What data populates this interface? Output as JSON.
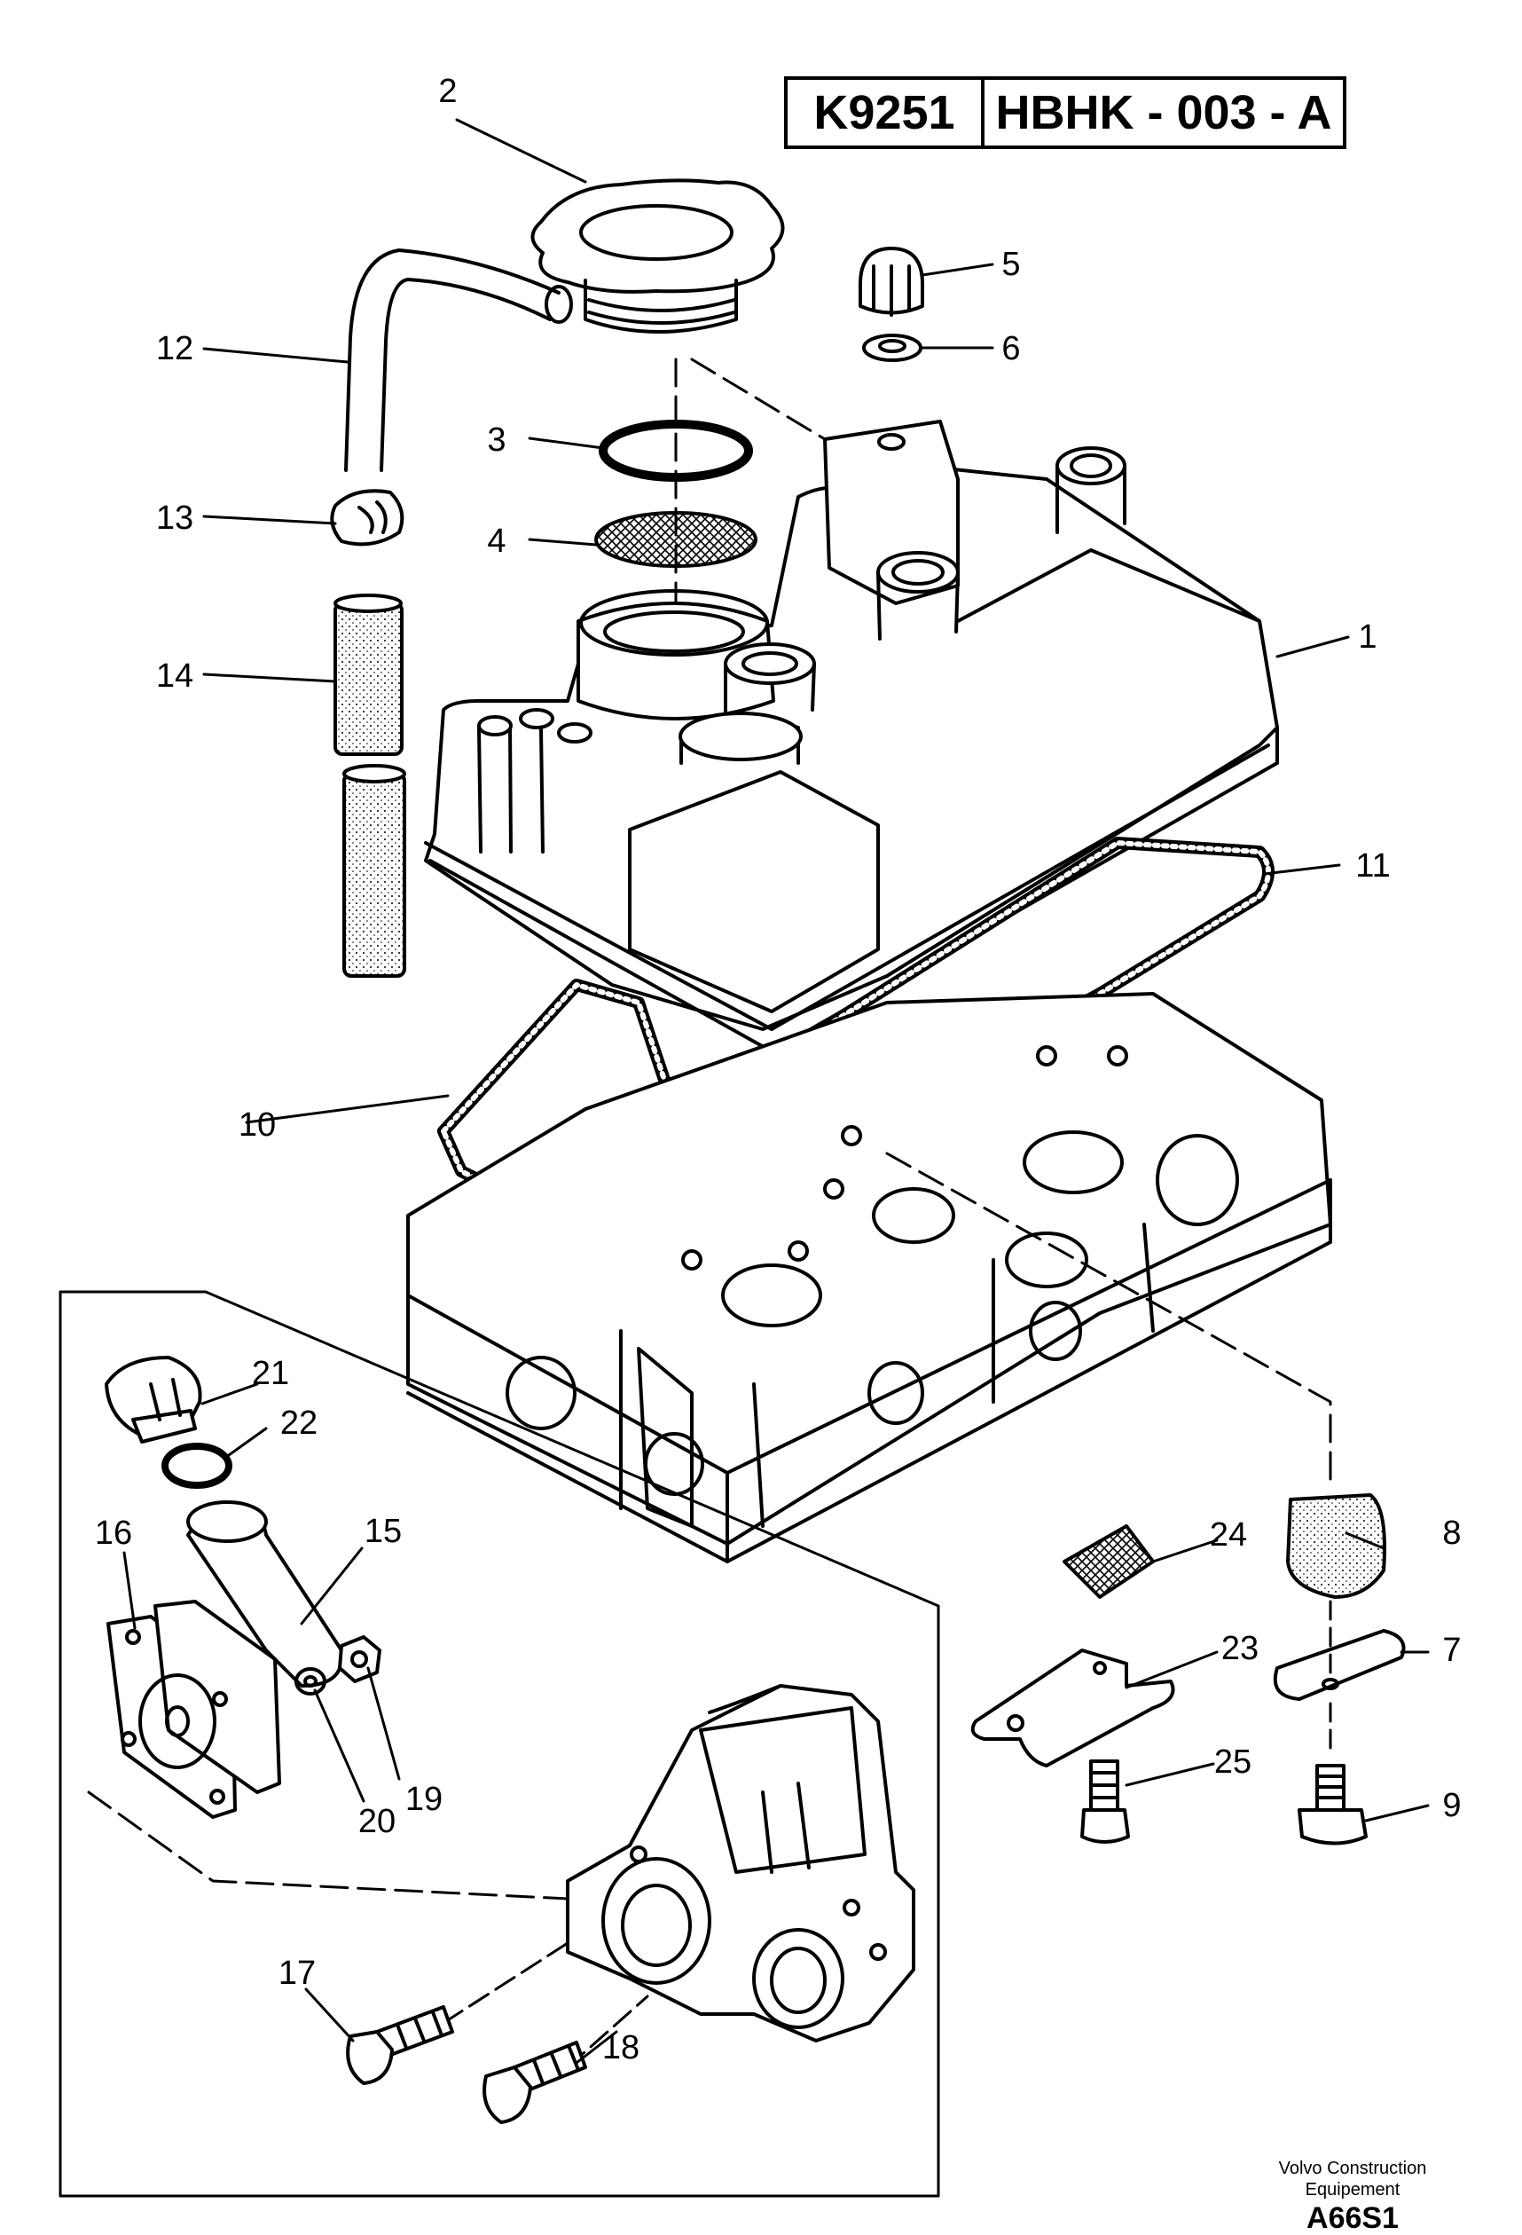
{
  "reference": {
    "code": "K9251",
    "sheet": "HBHK - 003 - A"
  },
  "parts": [
    {
      "number": "1"
    },
    {
      "number": "2"
    },
    {
      "number": "3"
    },
    {
      "number": "4"
    },
    {
      "number": "5"
    },
    {
      "number": "6"
    },
    {
      "number": "7"
    },
    {
      "number": "8"
    },
    {
      "number": "9"
    },
    {
      "number": "10"
    },
    {
      "number": "11"
    },
    {
      "number": "12"
    },
    {
      "number": "13"
    },
    {
      "number": "14"
    },
    {
      "number": "15"
    },
    {
      "number": "16"
    },
    {
      "number": "17"
    },
    {
      "number": "18"
    },
    {
      "number": "19"
    },
    {
      "number": "20"
    },
    {
      "number": "21"
    },
    {
      "number": "22"
    },
    {
      "number": "23"
    },
    {
      "number": "24"
    },
    {
      "number": "25"
    }
  ],
  "footer": {
    "brand_line1": "Volvo Construction",
    "brand_line2": "Equipement",
    "illustration_code": "A66S1"
  }
}
